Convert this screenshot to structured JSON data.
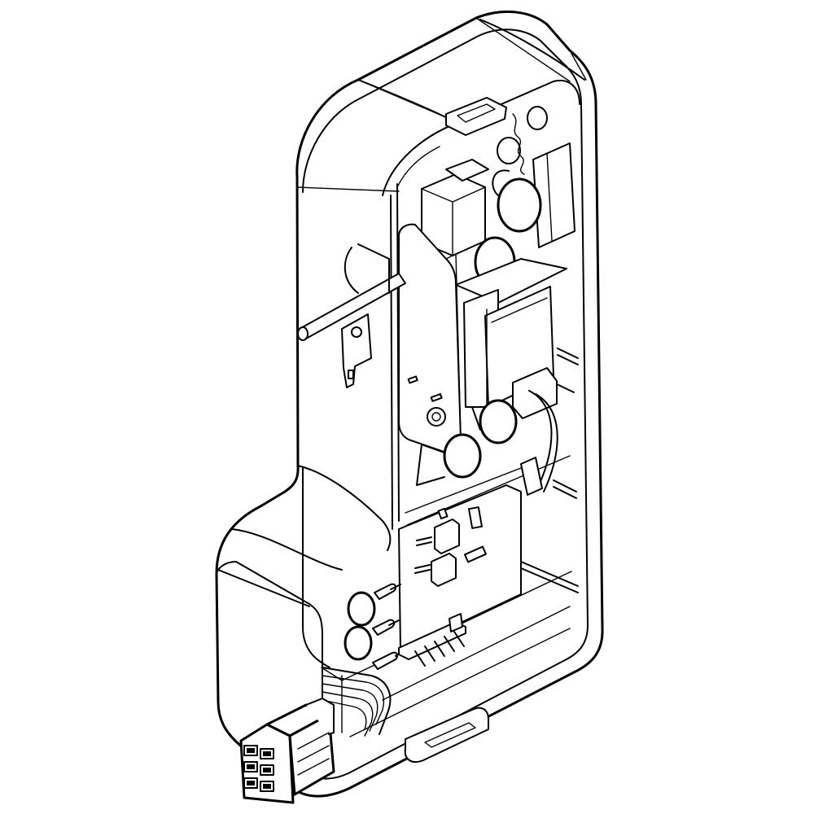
{
  "diagram": {
    "style": "black line-art technical illustration, isometric view",
    "colors": {
      "line": "#000000",
      "background": "#ffffff"
    },
    "parts": [
      "housing",
      "inner-wall",
      "top-tab",
      "bottom-tab",
      "relay",
      "transformer",
      "capacitor",
      "quick-connect-terminal",
      "circuit-board",
      "pin-header",
      "wire-harness-connector",
      "wire-bundle"
    ]
  }
}
